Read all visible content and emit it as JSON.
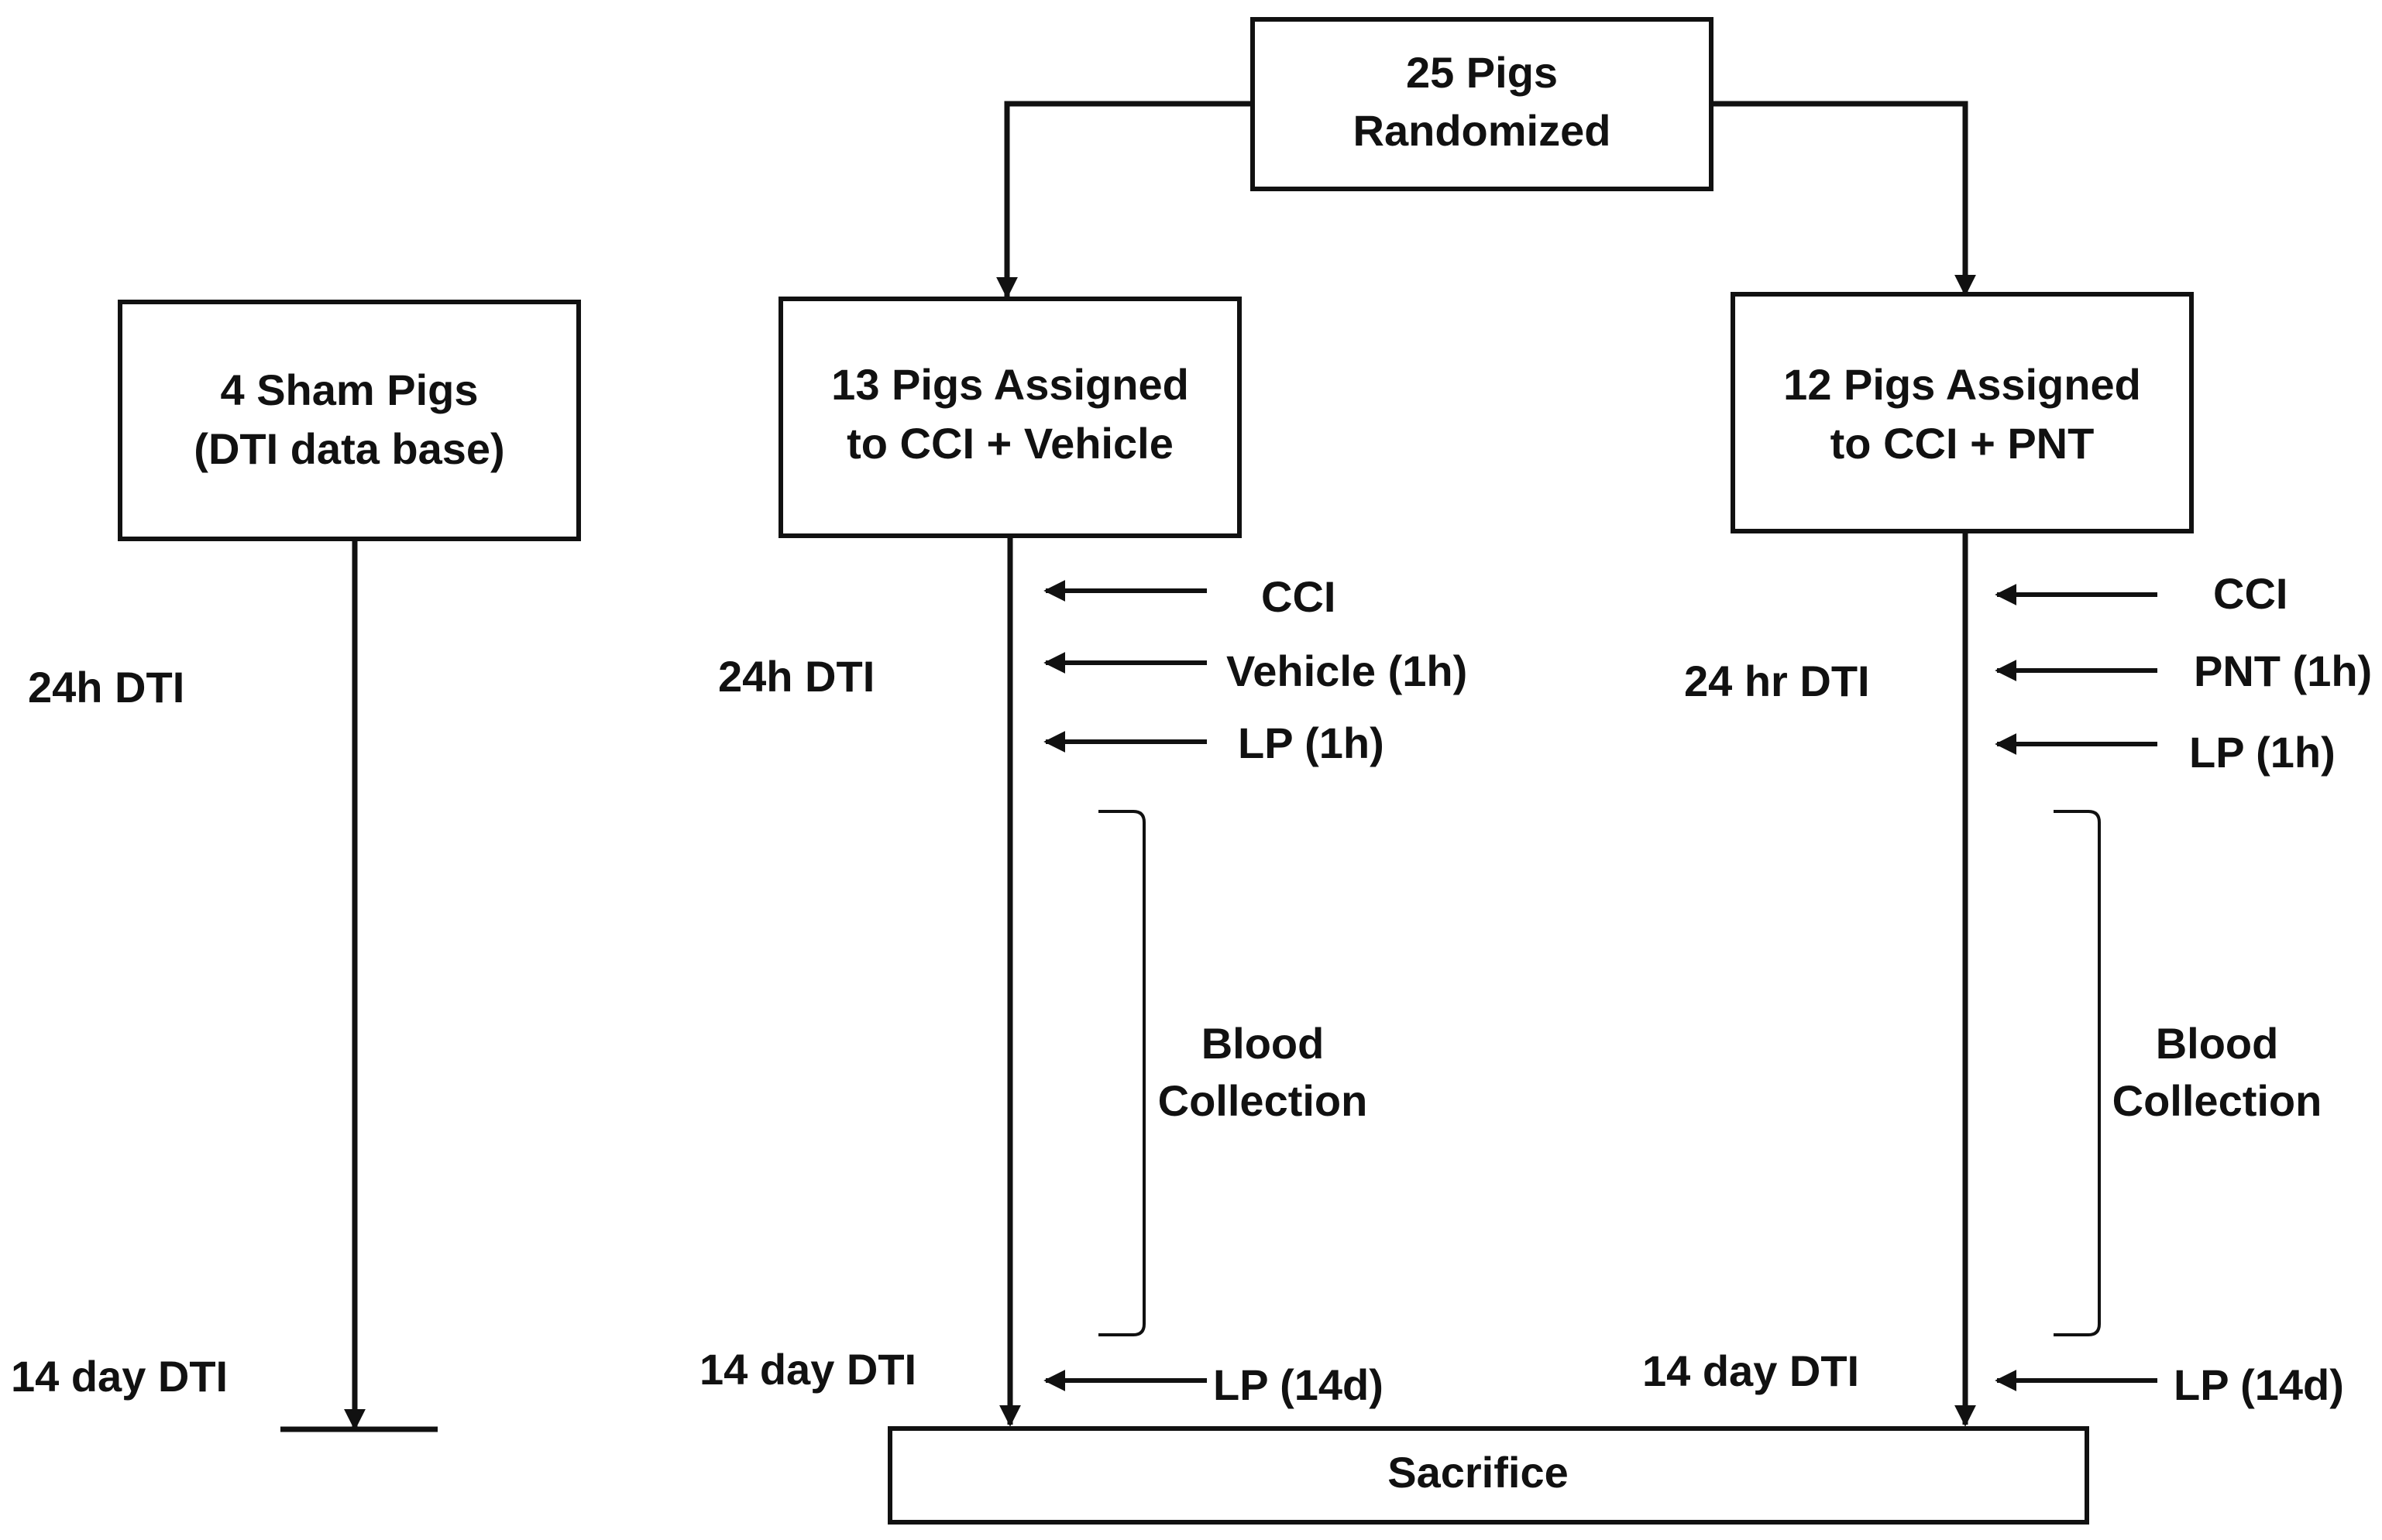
{
  "boxes": {
    "randomized": {
      "line1": "25 Pigs",
      "line2": "Randomized"
    },
    "sham": {
      "line1": "4 Sham Pigs",
      "line2": "(DTI data base)"
    },
    "vehicle": {
      "line1": "13 Pigs Assigned",
      "line2": "to CCI + Vehicle"
    },
    "pnt": {
      "line1": "12 Pigs Assigned",
      "line2": "to CCI + PNT"
    },
    "sacrifice": {
      "label": "Sacrifice"
    }
  },
  "sham_timeline": {
    "dti_24h": "24h DTI",
    "dti_14d": "14 day DTI"
  },
  "vehicle_timeline": {
    "dti_24h": "24h DTI",
    "dti_14d": "14 day DTI",
    "events": [
      "CCI",
      "Vehicle (1h)",
      "LP (1h)"
    ],
    "blood_line1": "Blood",
    "blood_line2": "Collection",
    "lp_14d": "LP (14d)"
  },
  "pnt_timeline": {
    "dti_24h": "24 hr DTI",
    "dti_14d": "14 day  DTI",
    "events": [
      "CCI",
      "PNT (1h)",
      "LP (1h)"
    ],
    "blood_line1": "Blood",
    "blood_line2": "Collection",
    "lp_14d": "LP (14d)"
  },
  "colors": {
    "ink": "#111111",
    "background": "#ffffff"
  }
}
